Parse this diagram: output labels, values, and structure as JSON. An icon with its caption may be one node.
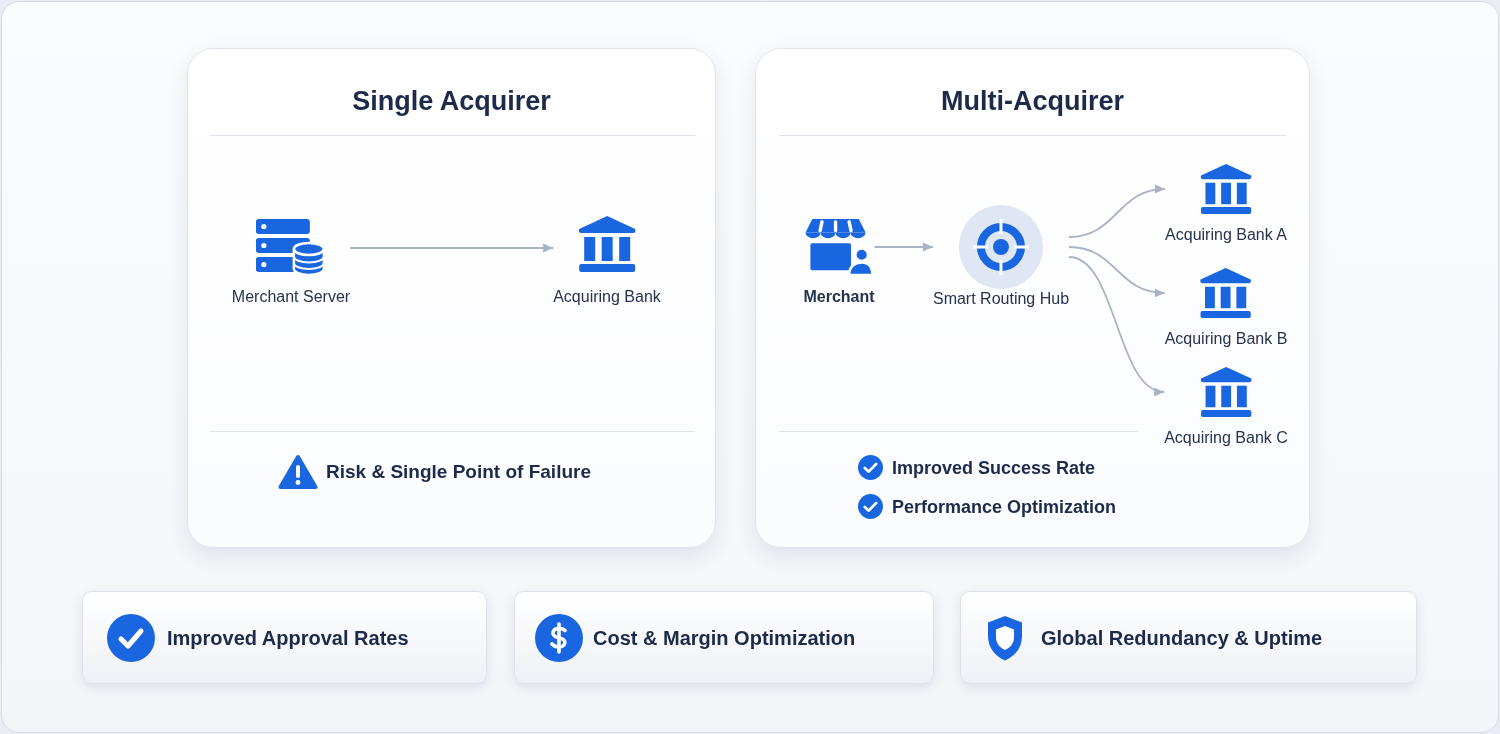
{
  "diagram": {
    "nodes": [
      {
        "text": [
          "Single Acquirer",
          "Risk & Single Point of Failure"
        ]
      },
      {
        "text": [
          "Merchant Server"
        ],
        "in": 0
      },
      {
        "text": [
          "Acquiring Bank"
        ],
        "in": 0
      },
      {
        "text": [
          "Multi-Acquirer",
          "Improved Success Rate",
          "Performance Optimization"
        ]
      },
      {
        "text": [
          "Merchant"
        ],
        "in": 3
      },
      {
        "text": [
          "Smart Routing Hub"
        ],
        "in": 3
      },
      {
        "text": [
          "Acquiring Bank A"
        ],
        "in": 3
      },
      {
        "text": [
          "Acquiring Bank B"
        ],
        "in": 3
      },
      {
        "text": [
          "Acquiring Bank C"
        ],
        "in": 3
      },
      {
        "text": [
          "Improved Approval Rates"
        ]
      },
      {
        "text": [
          "Cost & Margin Optimization"
        ]
      },
      {
        "text": [
          "Global Redundancy & Uptime"
        ]
      }
    ],
    "edges": [
      {
        "from": 1,
        "to": 2,
        "arrow": "to"
      },
      {
        "from": 4,
        "to": 5,
        "arrow": "to"
      },
      {
        "from": 5,
        "to": 6,
        "arrow": "to"
      },
      {
        "from": 5,
        "to": 7,
        "arrow": "to"
      },
      {
        "from": 5,
        "to": 8,
        "arrow": "to"
      }
    ]
  }
}
